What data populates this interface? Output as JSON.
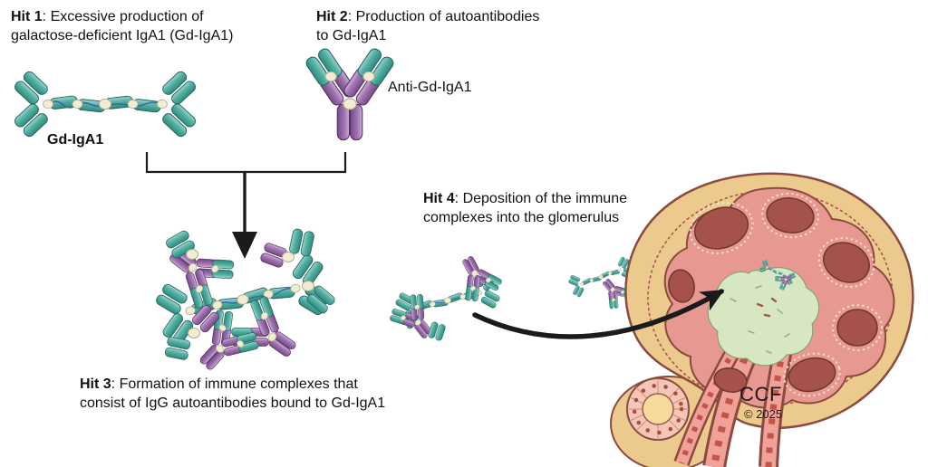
{
  "hits": {
    "hit1": {
      "label": "Hit 1",
      "line1_rest": ": Excessive production of",
      "line2": "galactose-deficient IgA1 (Gd-IgA1)"
    },
    "hit2": {
      "label": "Hit 2",
      "line1_rest": ": Production of autoantibodies",
      "line2": "to Gd-IgA1"
    },
    "hit3": {
      "label": "Hit 3",
      "line1_rest": ": Formation of immune complexes that",
      "line2": "consist of IgG autoantibodies bound to Gd-IgA1"
    },
    "hit4": {
      "label": "Hit 4",
      "line1_rest": ": Deposition of the immune",
      "line2": "complexes into the glomerulus"
    }
  },
  "molecule_labels": {
    "gd_iga1": "Gd-IgA1",
    "anti_gd_iga1": "Anti-Gd-IgA1"
  },
  "attribution": {
    "org": "CCF",
    "copyright": "© 2025"
  },
  "icons": {
    "merge_arrow": "down-arrow",
    "deposition_arrow": "curved-right-arrow"
  },
  "colors": {
    "iga1_teal": "#55b2a4",
    "autoantibody_purple": "#a175b2",
    "connector_cream": "#f1ecd4",
    "j_chain_blue": "#3b6ba5",
    "capsule_tan": "#ecca8e",
    "tuft_pink": "#e79890",
    "lobule_dark_red": "#a4524a",
    "mesangium_green": "#d7e7c3",
    "outline_brown": "#8a4a40",
    "arrow_black": "#1b1b1b",
    "background": "#ffffff"
  }
}
